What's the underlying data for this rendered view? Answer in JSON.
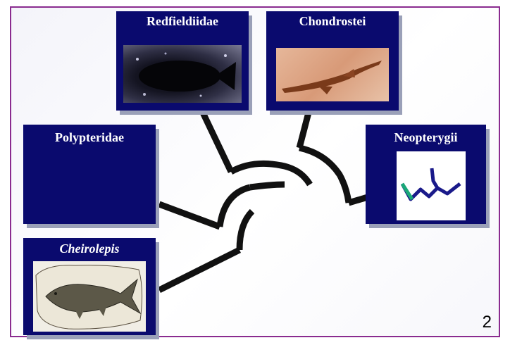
{
  "taxa": {
    "redfieldiidae": {
      "label": "Redfieldiidae",
      "image": "dark-fossil-fish-photo"
    },
    "chondrostei": {
      "label": "Chondrostei",
      "image": "sturgeon-fossil-photo"
    },
    "polypteridae": {
      "label": "Polypteridae"
    },
    "neopterygii": {
      "label": "Neopterygii",
      "image": "clade-glyph-icon"
    },
    "cheirolepis": {
      "label": "Cheirolepis",
      "image": "cheirolepis-fossil-drawing"
    }
  },
  "colors": {
    "box": "#0a0a6e",
    "tree": "#111111",
    "frame": "#8a2b8f"
  },
  "page_number": "2"
}
